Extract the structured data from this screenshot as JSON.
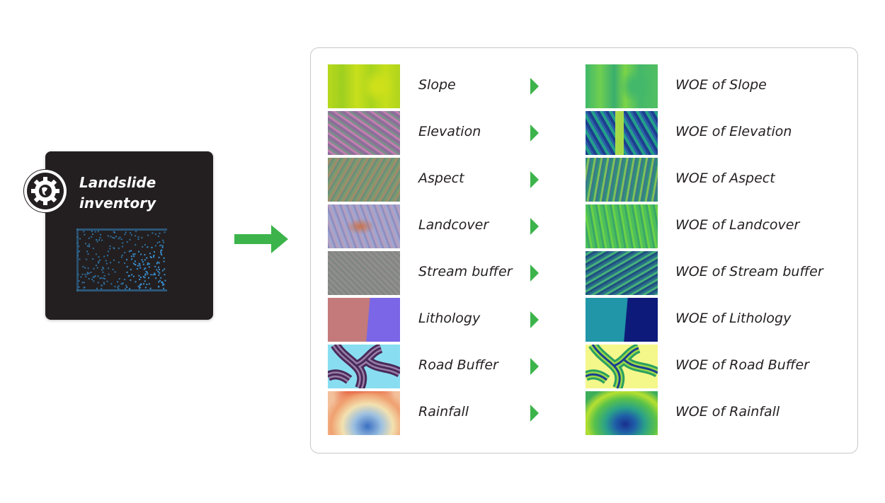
{
  "inventory": {
    "title_line1": "Landslide",
    "title_line2": "inventory",
    "icon": "gear-globe-icon"
  },
  "flow_arrow_color": "#3cb44b",
  "factors": [
    {
      "input": "Slope",
      "output": "WOE of Slope"
    },
    {
      "input": "Elevation",
      "output": "WOE of Elevation"
    },
    {
      "input": "Aspect",
      "output": "WOE of Aspect"
    },
    {
      "input": "Landcover",
      "output": "WOE of Landcover"
    },
    {
      "input": "Stream buffer",
      "output": "WOE of Stream buffer"
    },
    {
      "input": "Lithology",
      "output": "WOE of Lithology"
    },
    {
      "input": "Road Buffer",
      "output": "WOE of Road Buffer"
    },
    {
      "input": "Rainfall",
      "output": "WOE of Rainfall"
    }
  ]
}
